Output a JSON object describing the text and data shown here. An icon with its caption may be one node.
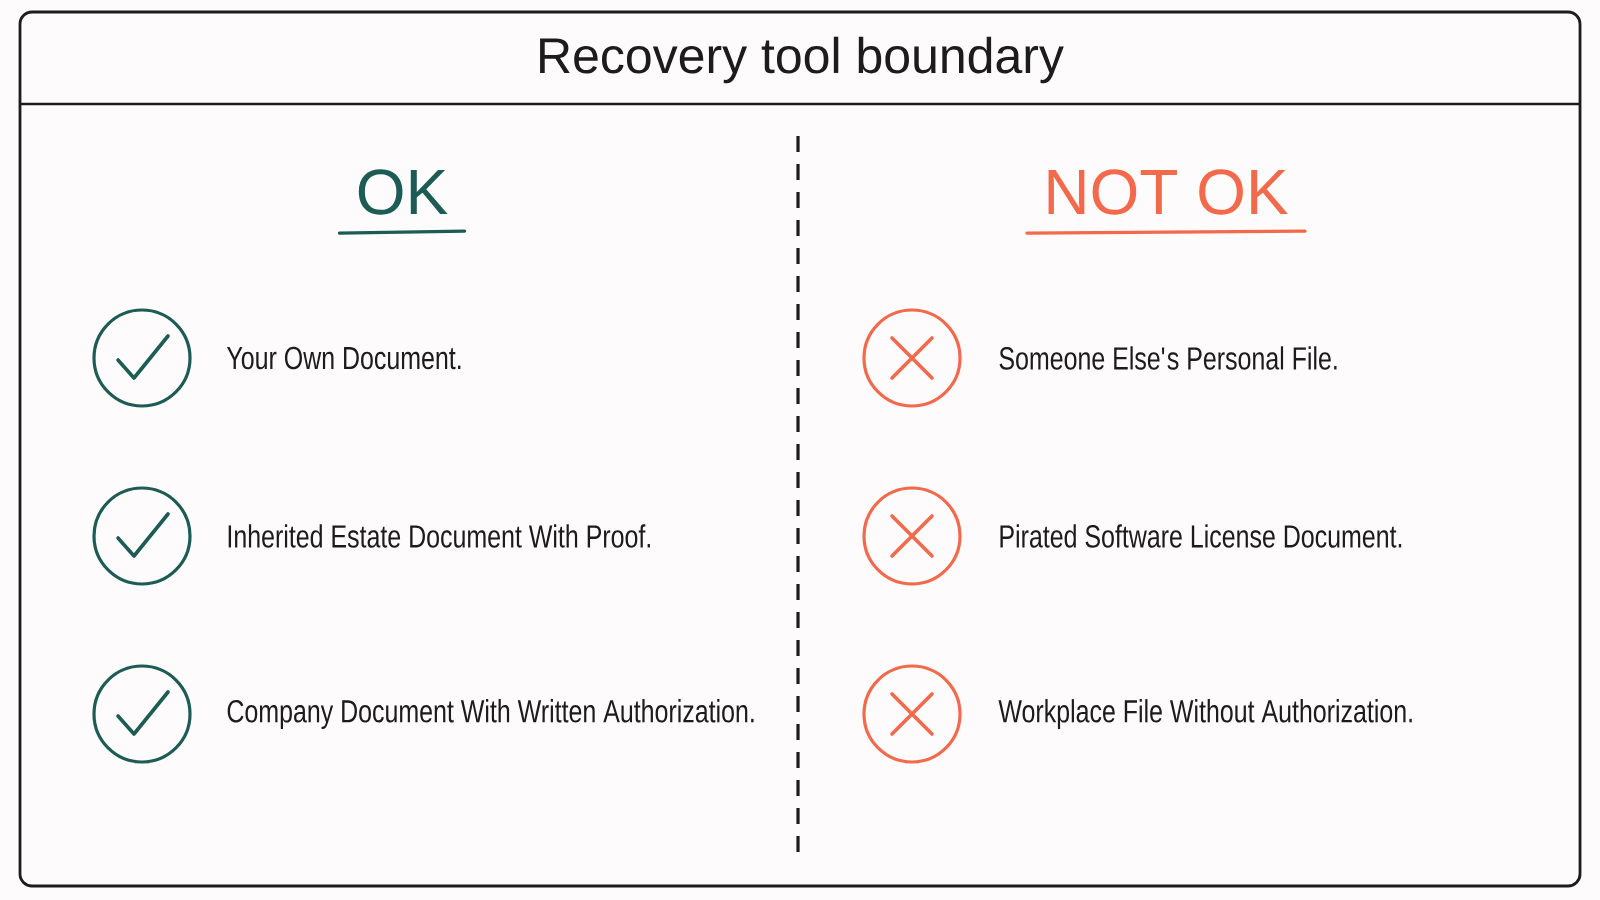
{
  "diagram": {
    "title": "Recovery tool boundary",
    "labels": [
      "OK",
      "NOT OK",
      "Your Own Document.",
      "Someone Else's Personal File.",
      "Inherited Estate Document With Proof.",
      "Pirated Software License Document.",
      "Company Document With Written Authorization.",
      "Workplace File Without Authorization."
    ]
  }
}
